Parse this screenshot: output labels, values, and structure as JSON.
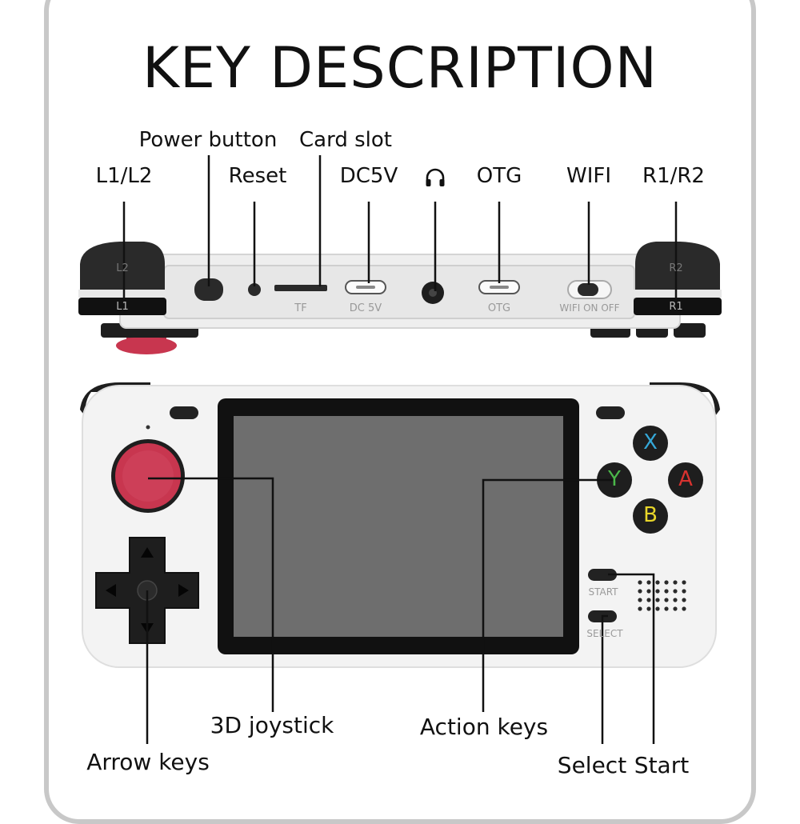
{
  "title": "KEY DESCRIPTION",
  "top_labels": {
    "l1l2": "L1/L2",
    "power": "Power button",
    "reset": "Reset",
    "card_slot": "Card slot",
    "dc5v": "DC5V",
    "otg": "OTG",
    "wifi": "WIFI",
    "r1r2": "R1/R2",
    "headphone_icon": "headphone-icon"
  },
  "device_top_text": {
    "l2": "L2",
    "l1": "L1",
    "r2": "R2",
    "r1": "R1",
    "tf": "TF",
    "dc5v": "DC 5V",
    "otg": "OTG",
    "wifi": "WIFI ON OFF"
  },
  "buttons": {
    "x": "X",
    "y": "Y",
    "a": "A",
    "b": "B",
    "start": "START",
    "select": "SELECT"
  },
  "bottom_labels": {
    "joystick": "3D joystick",
    "action": "Action keys",
    "arrow": "Arrow keys",
    "select": "Select",
    "start": "Start"
  },
  "colors": {
    "frame": "#c8c8c8",
    "body": "#f3f3f3",
    "dark": "#1e1e1e",
    "joystick": "#c8364f",
    "x": "#35a8d8",
    "y": "#4bb84a",
    "a": "#d8322f",
    "b": "#e8d62a"
  }
}
